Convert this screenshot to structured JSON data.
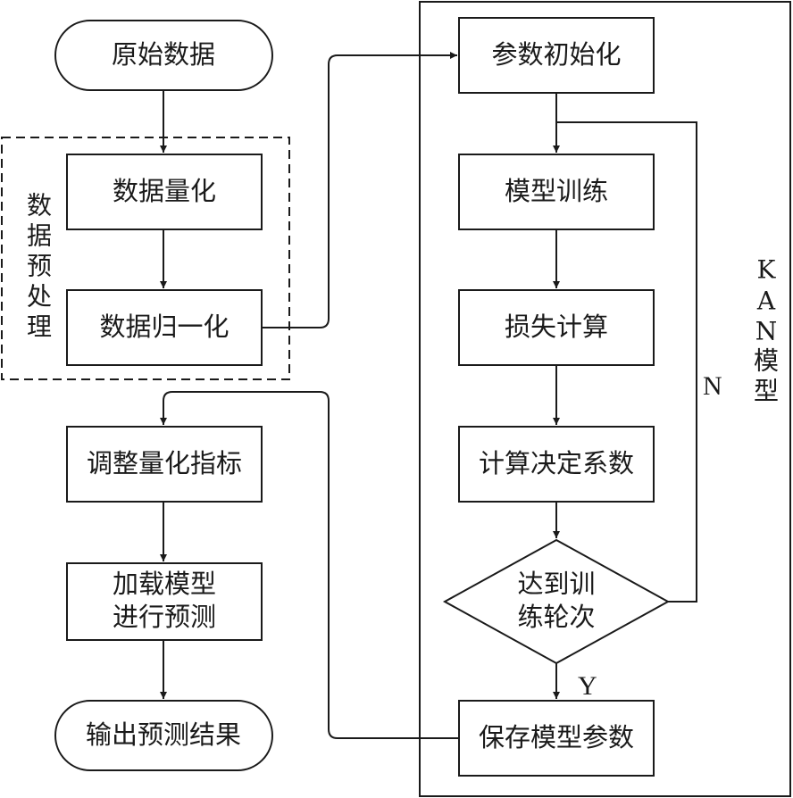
{
  "nodes": {
    "raw_data": "原始数据",
    "quantize": "数据量化",
    "normalize": "数据归一化",
    "adjust_quant": "调整量化指标",
    "load_predict_1": "加载模型",
    "load_predict_2": "进行预测",
    "output_result": "输出预测结果",
    "param_init": "参数初始化",
    "train": "模型训练",
    "loss": "损失计算",
    "r2": "计算决定系数",
    "reach_epochs_1": "达到训",
    "reach_epochs_2": "练轮次",
    "save_params": "保存模型参数"
  },
  "groups": {
    "preprocess_chars": [
      "数",
      "据",
      "预",
      "处",
      "理"
    ],
    "kan_chars": [
      "K",
      "A",
      "N",
      "模",
      "型"
    ]
  },
  "branches": {
    "yes": "Y",
    "no": "N"
  }
}
